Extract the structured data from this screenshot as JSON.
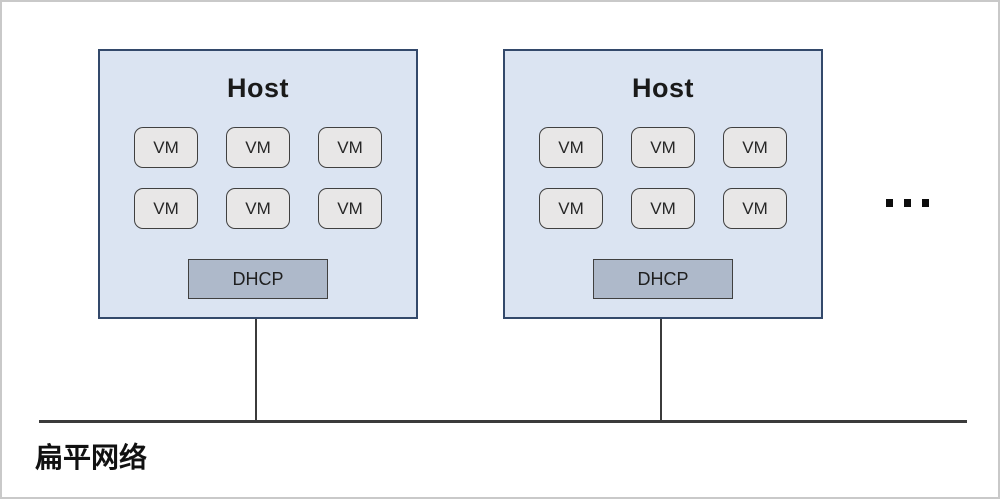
{
  "hosts": [
    {
      "title": "Host",
      "vm_labels": [
        "VM",
        "VM",
        "VM",
        "VM",
        "VM",
        "VM"
      ],
      "dhcp": "DHCP"
    },
    {
      "title": "Host",
      "vm_labels": [
        "VM",
        "VM",
        "VM",
        "VM",
        "VM",
        "VM"
      ],
      "dhcp": "DHCP"
    }
  ],
  "ellipsis_icon": "three-square-dots",
  "network_label": "扁平网络",
  "colors": {
    "outer_border": "#c9c9c9",
    "host_fill": "#dbe4f2",
    "host_border": "#33496b",
    "vm_fill": "#e8e7e7",
    "dhcp_fill": "#aeb9ca",
    "box_border": "#404040",
    "line_color": "#3b3b3b"
  }
}
